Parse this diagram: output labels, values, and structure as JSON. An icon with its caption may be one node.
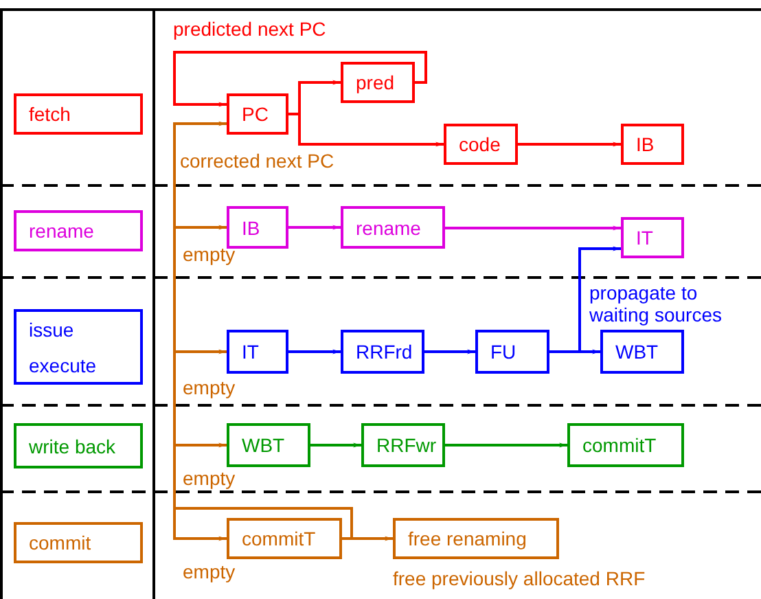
{
  "diagram": {
    "nodes": [
      {
        "text": [
          "fetch"
        ]
      },
      {
        "text": [
          "rename"
        ]
      },
      {
        "text": [
          "issue execute"
        ]
      },
      {
        "text": [
          "write back"
        ]
      },
      {
        "text": [
          "commit"
        ]
      },
      {
        "text": [
          "PC"
        ]
      },
      {
        "text": [
          "pred"
        ]
      },
      {
        "text": [
          "code"
        ]
      },
      {
        "text": [
          "IB"
        ]
      },
      {
        "text": [
          "IB"
        ]
      },
      {
        "text": [
          "rename"
        ]
      },
      {
        "text": [
          "IT"
        ]
      },
      {
        "text": [
          "IT"
        ]
      },
      {
        "text": [
          "RRFrd"
        ]
      },
      {
        "text": [
          "FU"
        ]
      },
      {
        "text": [
          "WBT"
        ]
      },
      {
        "text": [
          "WBT"
        ]
      },
      {
        "text": [
          "RRFwr"
        ]
      },
      {
        "text": [
          "commitT"
        ]
      },
      {
        "text": [
          "commitT"
        ]
      },
      {
        "text": [
          "free renaming"
        ],
        "beside": [
          "free previously allocated RRF"
        ]
      }
    ],
    "edges": [
      {
        "from": 6,
        "to": 5,
        "arrow": "to",
        "label": "predicted next PC",
        "color": "#ff0000"
      },
      {
        "from": 5,
        "to": 6,
        "arrow": "to",
        "color": "#ff0000"
      },
      {
        "from": 5,
        "to": 7,
        "arrow": "to",
        "color": "#ff0000"
      },
      {
        "from": 7,
        "to": 8,
        "arrow": "to",
        "color": "#ff0000"
      },
      {
        "from": 9,
        "to": 10,
        "arrow": "to",
        "color": "#dd00dd"
      },
      {
        "from": 10,
        "to": 11,
        "arrow": "to",
        "color": "#dd00dd"
      },
      {
        "from": 12,
        "to": 13,
        "arrow": "to",
        "color": "#0000ff"
      },
      {
        "from": 13,
        "to": 14,
        "arrow": "to",
        "color": "#0000ff"
      },
      {
        "from": 14,
        "to": 15,
        "arrow": "to",
        "color": "#0000ff"
      },
      {
        "from": 14,
        "to": 11,
        "arrow": "to",
        "label": "propagate to waiting sources",
        "color": "#0000ff"
      },
      {
        "from": 16,
        "to": 17,
        "arrow": "to",
        "color": "#009900"
      },
      {
        "from": 17,
        "to": 18,
        "arrow": "to",
        "color": "#009900"
      },
      {
        "from": 19,
        "to": 20,
        "arrow": "to"
      },
      {
        "from": 19,
        "to": 5,
        "arrow": "to",
        "label": "corrected next PC"
      },
      {
        "from": 19,
        "to": 9,
        "arrow": "to"
      },
      {
        "from": 19,
        "to": 12,
        "arrow": "to"
      },
      {
        "from": 19,
        "to": 16,
        "arrow": "to"
      },
      {
        "from": null,
        "to": 19,
        "arrow": "to"
      }
    ],
    "labels": [
      "empty",
      "empty",
      "empty",
      "empty"
    ]
  }
}
